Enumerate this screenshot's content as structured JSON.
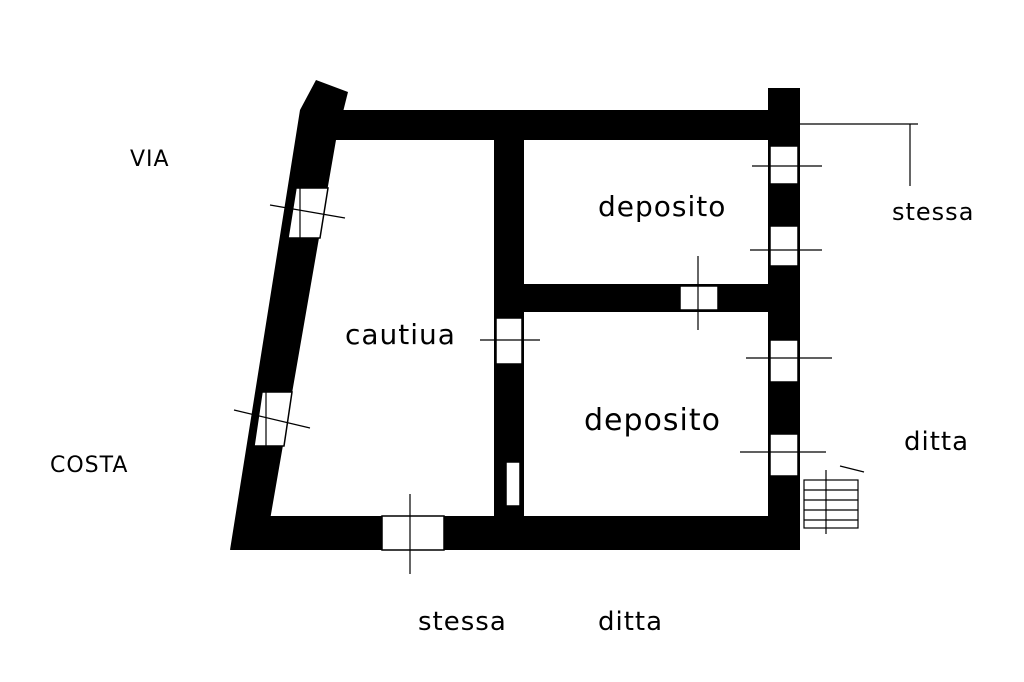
{
  "labels": {
    "room_cantina": "cautiua",
    "room_deposito_top": "deposito",
    "room_deposito_bottom": "deposito",
    "left_top": "VIA",
    "left_bottom": "COSTA",
    "right_top": "stessa",
    "right_bottom": "ditta",
    "bottom_left": "stessa",
    "bottom_right": "ditta"
  },
  "colors": {
    "wall": "#000000",
    "background": "#ffffff"
  }
}
